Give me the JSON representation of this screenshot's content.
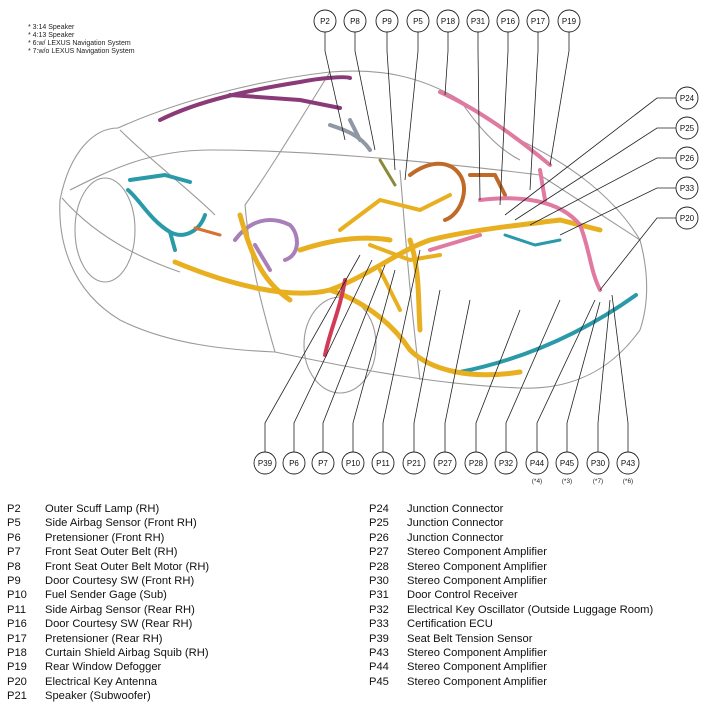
{
  "notes": [
    "* 3:14 Speaker",
    "* 4:13 Speaker",
    "* 6:w/ LEXUS Navigation System",
    "* 7:w/o LEXUS Navigation System"
  ],
  "top_callouts": [
    "P2",
    "P8",
    "P9",
    "P5",
    "P18",
    "P31",
    "P16",
    "P17",
    "P19"
  ],
  "right_callouts": [
    "P24",
    "P25",
    "P26",
    "P33",
    "P20"
  ],
  "bottom_callouts": [
    {
      "code": "P39",
      "note": ""
    },
    {
      "code": "P6",
      "note": ""
    },
    {
      "code": "P7",
      "note": ""
    },
    {
      "code": "P10",
      "note": ""
    },
    {
      "code": "P11",
      "note": ""
    },
    {
      "code": "P21",
      "note": ""
    },
    {
      "code": "P27",
      "note": ""
    },
    {
      "code": "P28",
      "note": ""
    },
    {
      "code": "P32",
      "note": ""
    },
    {
      "code": "P44",
      "note": "(*4)"
    },
    {
      "code": "P45",
      "note": "(*3)"
    },
    {
      "code": "P30",
      "note": "(*7)"
    },
    {
      "code": "P43",
      "note": "(*6)"
    }
  ],
  "legend_left": [
    {
      "code": "P2",
      "label": "Outer Scuff Lamp (RH)"
    },
    {
      "code": "P5",
      "label": "Side Airbag Sensor (Front RH)"
    },
    {
      "code": "P6",
      "label": "Pretensioner (Front RH)"
    },
    {
      "code": "P7",
      "label": "Front Seat Outer Belt (RH)"
    },
    {
      "code": "P8",
      "label": "Front Seat Outer Belt Motor (RH)"
    },
    {
      "code": "P9",
      "label": "Door Courtesy SW (Front RH)"
    },
    {
      "code": "P10",
      "label": "Fuel Sender Gage (Sub)"
    },
    {
      "code": "P11",
      "label": "Side Airbag Sensor (Rear RH)"
    },
    {
      "code": "P16",
      "label": "Door Courtesy SW (Rear RH)"
    },
    {
      "code": "P17",
      "label": "Pretensioner (Rear RH)"
    },
    {
      "code": "P18",
      "label": "Curtain Shield Airbag Squib (RH)"
    },
    {
      "code": "P19",
      "label": "Rear Window Defogger"
    },
    {
      "code": "P20",
      "label": "Electrical Key Antenna"
    },
    {
      "code": "P21",
      "label": "Speaker (Subwoofer)"
    }
  ],
  "legend_right": [
    {
      "code": "P24",
      "label": "Junction Connector"
    },
    {
      "code": "P25",
      "label": "Junction Connector"
    },
    {
      "code": "P26",
      "label": "Junction Connector"
    },
    {
      "code": "P27",
      "label": "Stereo Component Amplifier"
    },
    {
      "code": "P28",
      "label": "Stereo Component Amplifier"
    },
    {
      "code": "P30",
      "label": "Stereo Component Amplifier"
    },
    {
      "code": "P31",
      "label": "Door Control Receiver"
    },
    {
      "code": "P32",
      "label": "Electrical Key Oscillator (Outside Luggage Room)"
    },
    {
      "code": "P33",
      "label": "Certification ECU"
    },
    {
      "code": "P39",
      "label": "Seat Belt Tension Sensor"
    },
    {
      "code": "P43",
      "label": "Stereo Component Amplifier"
    },
    {
      "code": "P44",
      "label": "Stereo Component Amplifier"
    },
    {
      "code": "P45",
      "label": "Stereo Component Amplifier"
    }
  ],
  "colors": {
    "harness_yellow": "#e8b020",
    "harness_pink": "#e07aa0",
    "harness_teal": "#2a9aa8",
    "harness_purple": "#8a3a78",
    "harness_brown": "#c06a28",
    "harness_lavender": "#a880b8",
    "harness_red": "#d03c58",
    "harness_gray": "#9098a4",
    "body_line": "#9a9a9a"
  }
}
